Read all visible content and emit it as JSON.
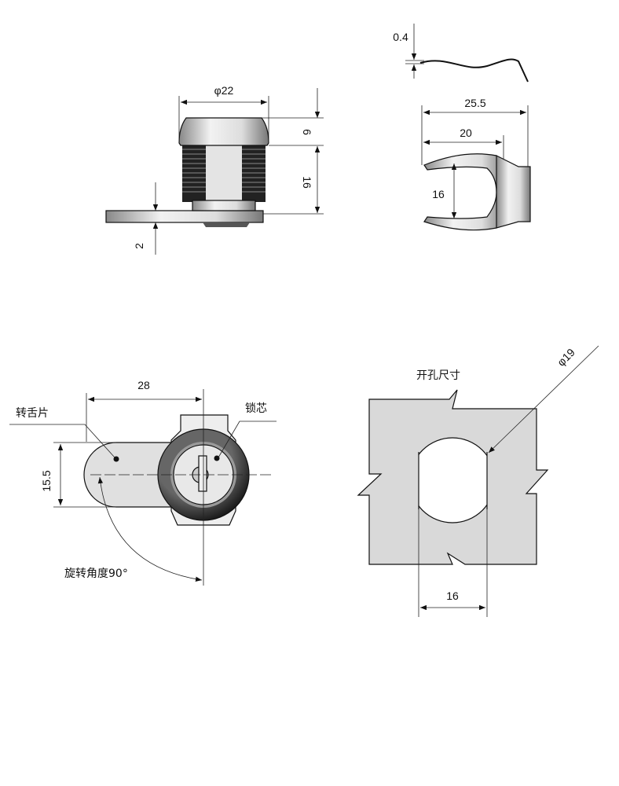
{
  "side_view": {
    "diameter_label": "φ22",
    "cap_height_label": "6",
    "body_height_label": "16",
    "plate_thickness_label": "2"
  },
  "clip_view": {
    "thickness_label": "0.4",
    "outer_width_label": "25.5",
    "inner_width_label": "20",
    "opening_label": "16"
  },
  "front_view": {
    "cam_length_label": "28",
    "cam_label": "转舌片",
    "cylinder_label": "锁芯",
    "cam_width_label": "15.5",
    "rotation_label": "旋转角度90°"
  },
  "cutout_view": {
    "title": "开孔尺寸",
    "diameter_label": "φ19",
    "flat_width_label": "16"
  },
  "colors": {
    "metal_light": "#e6e6e6",
    "metal_dark": "#333333",
    "cutout_fill": "#d9d9d9"
  }
}
